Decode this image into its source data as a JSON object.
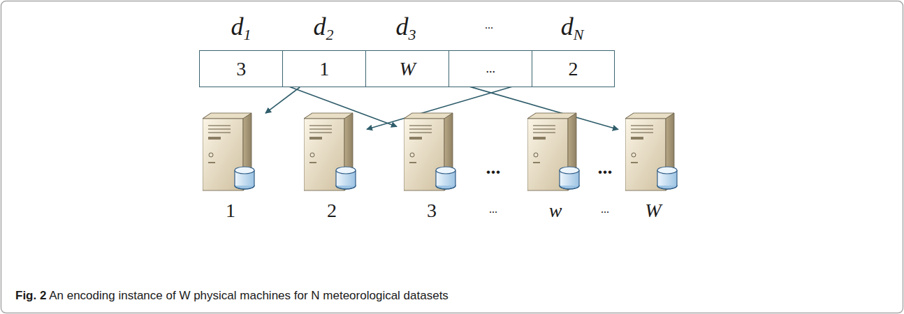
{
  "diagram": {
    "caption": "Fig. 2 An encoding instance of W physical machines for N meteorological datasets",
    "nodes": [
      {
        "text": [
          "3"
        ]
      },
      {
        "text": [
          "1"
        ]
      },
      {
        "text": [
          "W"
        ]
      },
      {
        "text": [
          "..."
        ]
      },
      {
        "text": [
          "2"
        ]
      },
      {
        "text": [
          "1"
        ]
      },
      {
        "text": [
          "2"
        ]
      },
      {
        "text": [
          "3"
        ]
      },
      {
        "text": [
          "w"
        ]
      },
      {
        "text": [
          "W"
        ]
      }
    ],
    "edges": [
      {
        "from": 0,
        "to": 7,
        "arrow": "to"
      },
      {
        "from": 1,
        "to": 5,
        "arrow": "to"
      },
      {
        "from": 2,
        "to": 9,
        "arrow": "to"
      },
      {
        "from": 4,
        "to": 6,
        "arrow": "to"
      }
    ],
    "labels": [
      "d1",
      "d2",
      "d3",
      "...",
      "dN",
      "...",
      "...",
      "...",
      "..."
    ]
  }
}
